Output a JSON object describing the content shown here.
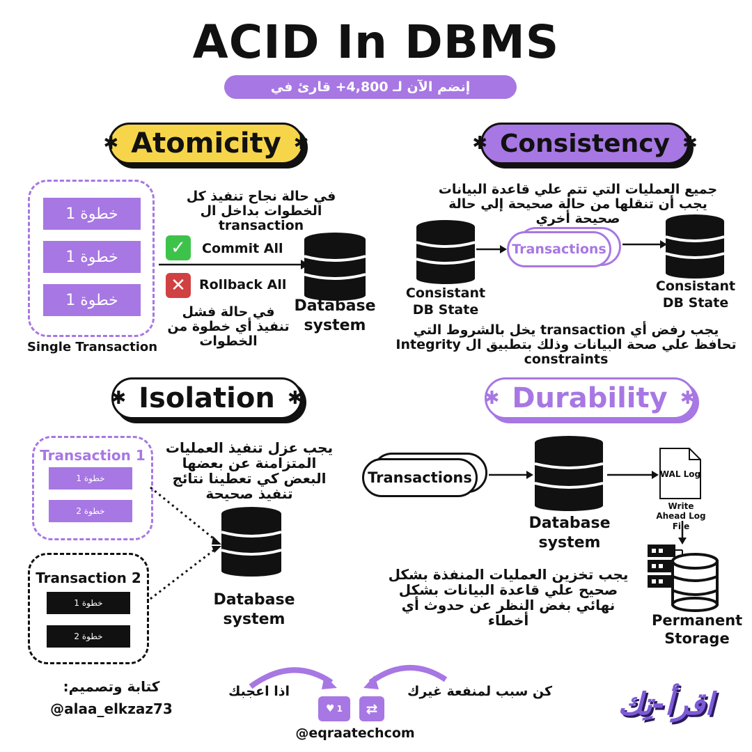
{
  "title": "ACID In DBMS",
  "banner": "إنضم الآن لـ 4,800+ قارئ في eqraatech.com",
  "atomicity": {
    "heading": "Atomicity",
    "steps": [
      "خطوة 1",
      "خطوة 1",
      "خطوة 1"
    ],
    "container_label": "Single Transaction",
    "success_note": "في حالة نجاح تنفيذ كل الخطوات بداخل ال transaction",
    "commit_label": "Commit All",
    "rollback_label": "Rollback All",
    "fail_note": "في حالة فشل تنفيذ أي خطوة من الخطوات",
    "db_label": "Database system",
    "commit_icon": "check-icon",
    "rollback_icon": "cross-icon"
  },
  "consistency": {
    "heading": "Consistency",
    "note_top": "جميع العمليات التي تتم علي قاعدة البيانات يجب أن تنقلها من حالة صحيحة إلي حالة صحيحة أخري",
    "transactions_label": "Transactions",
    "left_db_label": "Consistant DB State",
    "right_db_label": "Consistant DB State",
    "note_bottom": "يجب رفض أي transaction يخل بالشروط التي تحافظ علي صحة البيانات وذلك بتطبيق ال Integrity constraints"
  },
  "isolation": {
    "heading": "Isolation",
    "tx1_title": "Transaction 1",
    "tx1_steps": [
      "خطوة 1",
      "خطوة 2"
    ],
    "tx2_title": "Transaction 2",
    "tx2_steps": [
      "خطوة 1",
      "خطوة 2"
    ],
    "note": "يجب عزل تنفيذ العمليات المتزامنة عن بعضها البعض كي تعطينا نتائج تنفيذ صحيحة",
    "db_label": "Database system"
  },
  "durability": {
    "heading": "Durability",
    "transactions_label": "Transactions",
    "db_label": "Database system",
    "wal_doc_label": "WAL Log",
    "wal_caption": "Write Ahead Log File",
    "storage_label": "Permanent Storage",
    "note": "يجب تخزين العمليات المنفذة بشكل صحيح علي قاعدة البيانات بشكل نهائي بغض النظر عن حدوث أي أخطاء"
  },
  "footer": {
    "credit_title": "كتابة وتصميم:",
    "credit_handle": "@alaa_elkzaz73",
    "like_text": "اذا اعجبك",
    "share_text": "كن سبب لمنفعة غيرك",
    "like_count": "1",
    "handle": "@eqraatechcom",
    "logo_text": "اقرأ-تِك"
  },
  "colors": {
    "accent_purple": "#a777e3",
    "accent_yellow": "#f7d54b",
    "check_green": "#3ec34a",
    "cross_red": "#d04141"
  }
}
